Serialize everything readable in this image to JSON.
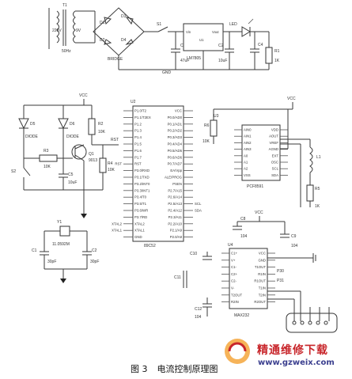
{
  "caption": {
    "fig": "图 3",
    "title": "电流控制原理图"
  },
  "watermark": {
    "text": "精通维修下载",
    "url": "www.gzweix.com"
  },
  "power": {
    "input": "220V",
    "freq": "50Hz",
    "transformer": "T1",
    "sec": "9V",
    "bridge_diodes": [
      "D1",
      "D2",
      "D3",
      "D4"
    ],
    "bridge": "BRIDGE",
    "switch": "S1",
    "reg": "U1",
    "reg_part": "LM7805",
    "vin": "Vin",
    "vout": "Vout",
    "gnd": "GND",
    "c1": "C1",
    "c1v": "47uF",
    "c2": "C2",
    "c2v": "10uF",
    "r1": "R1",
    "led": "LED",
    "r1v": "1K",
    "c4": "C4"
  },
  "reset": {
    "vcc": "VCC",
    "d_a": "D5",
    "d_a_v": "DIODE",
    "d_b": "D6",
    "d_b_v": "DIODE",
    "r_a": "R3",
    "r_a_v": "10K",
    "r_b": "R2",
    "r_b_v": "10K",
    "sw": "S2",
    "r_c": "R4",
    "r_c_v": "10K",
    "q": "Q1",
    "q_v": "9013",
    "cap": "C5",
    "cap_v": "10uF"
  },
  "mcu": {
    "ref": "U2",
    "part": "89C52",
    "left_pins": [
      "P1.0/T2",
      "P1.1/T2EX",
      "P1.2",
      "P1.3",
      "P1.4",
      "P1.5",
      "P1.6",
      "P1.7",
      "RST",
      "P3.0/RXD",
      "P3.1/TXD",
      "P3.2/INT0",
      "P3.3/INT1",
      "P3.4/T0",
      "P3.5/T1",
      "P3.6/WR",
      "P3.7/RD",
      "XTAL2",
      "XTAL1",
      "GND"
    ],
    "right_pins": [
      "VCC",
      "P0.0/AD0",
      "P0.1/AD1",
      "P0.2/AD2",
      "P0.3/AD3",
      "P0.4/AD4",
      "P0.5/AD5",
      "P0.6/AD6",
      "P0.7/AD7",
      "EA/Vpp",
      "ALE/PROG",
      "PSEN",
      "P2.7/A15",
      "P2.6/A14",
      "P2.5/A13",
      "P2.4/A12",
      "P2.3/A11",
      "P2.2/A10",
      "P2.1/A9",
      "P2.0/A8"
    ],
    "left_nets": [
      "",
      "",
      "",
      "",
      "",
      "",
      "",
      "",
      "RST",
      "",
      "",
      "",
      "",
      "",
      "",
      "",
      "",
      "XTAL2",
      "XTAL1",
      ""
    ],
    "right_nets": [
      "",
      "",
      "",
      "",
      "",
      "",
      "",
      "",
      "",
      "",
      "",
      "",
      "",
      "",
      "SCL",
      "SDA",
      "",
      "",
      "",
      ""
    ]
  },
  "adc": {
    "ref": "U3",
    "part": "PCF8591",
    "r": "R6",
    "r_v": "10K",
    "left_pins": [
      "AIN0",
      "AIN1",
      "AIN2",
      "AIN3",
      "A0",
      "A1",
      "A2",
      "VSS"
    ],
    "right_pins": [
      "VDD",
      "AOUT",
      "VREF",
      "AGND",
      "EXT",
      "OSC",
      "SCL",
      "SDA"
    ],
    "vcc": "VCC",
    "l1": "L1",
    "r5": "R5",
    "r5_v": "1K",
    "scl": "SCL",
    "sda": "SDA"
  },
  "crystal": {
    "y": "Y1",
    "freq": "11.0592M",
    "c1": "C1",
    "c1v": "30pF",
    "c2": "C2",
    "c2v": "30pF"
  },
  "max232": {
    "ref": "U4",
    "part": "MAX232",
    "vcc": "VCC",
    "c8": "C8",
    "c9": "C9",
    "c10": "C10",
    "c11": "C11",
    "c12": "C12",
    "cap_v": "104",
    "cap_v2": "104",
    "cap_v3": "104",
    "left_pins": [
      "C1+",
      "V+",
      "C1-",
      "C2+",
      "C2-",
      "V-",
      "T2OUT",
      "R2IN"
    ],
    "right_pins": [
      "VCC",
      "GND",
      "T1OUT",
      "R1IN",
      "R1OUT",
      "T1IN",
      "T2IN",
      "R2OUT"
    ],
    "nets": [
      "P30",
      "P31"
    ]
  }
}
